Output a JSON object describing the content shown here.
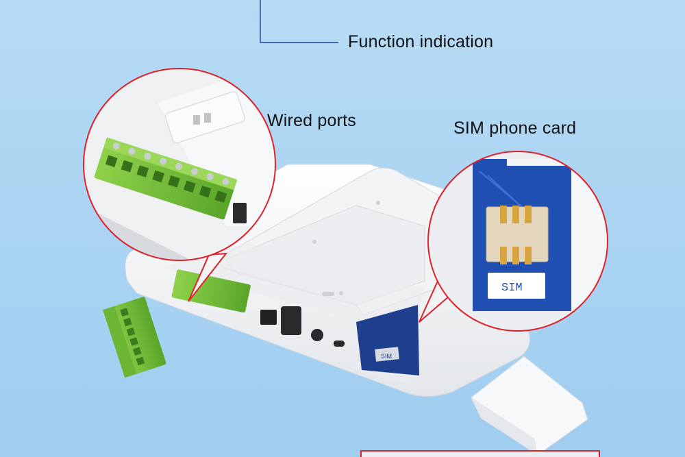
{
  "labels": {
    "function_indication": "Function indication",
    "wired_ports": "Wired ports",
    "sim_phone_card": "SIM phone card"
  },
  "sim_slot_text": "SIM",
  "sim_small_print": "SIM",
  "colors": {
    "background": "#a9d3f2",
    "device_white": "#f4f5f7",
    "terminal_green": "#7cc23a",
    "callout_red": "#e0202a",
    "pcb_blue": "#1f4fb0",
    "leader_line": "#1a3fa6"
  }
}
